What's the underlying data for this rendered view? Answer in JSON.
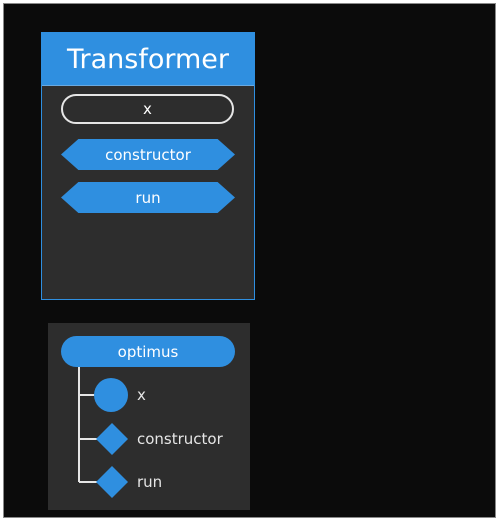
{
  "class_card": {
    "title": "Transformer",
    "field": "x",
    "methods": [
      "constructor",
      "run"
    ]
  },
  "instance_card": {
    "name": "optimus",
    "members": [
      {
        "label": "x",
        "icon": "circle-icon"
      },
      {
        "label": "constructor",
        "icon": "diamond-icon"
      },
      {
        "label": "run",
        "icon": "diamond-icon"
      }
    ]
  },
  "colors": {
    "accent": "#2f8fe0",
    "panel": "#2d2d2d",
    "background": "#0b0b0b"
  }
}
